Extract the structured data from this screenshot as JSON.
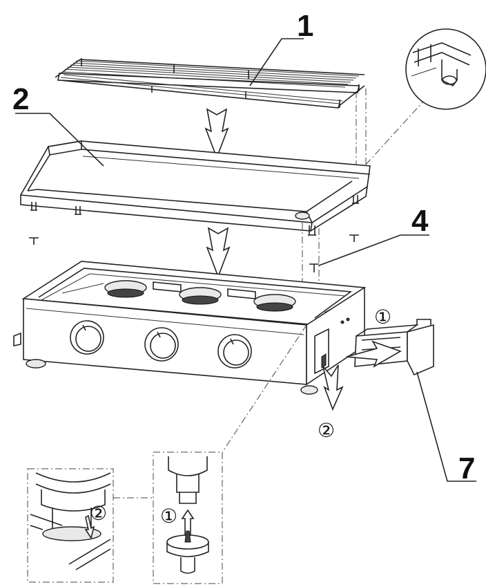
{
  "callouts": [
    {
      "id": "1"
    },
    {
      "id": "2"
    },
    {
      "id": "4"
    },
    {
      "id": "7"
    }
  ],
  "steps": {
    "tray_slide": "①",
    "tray_drop": "②",
    "detail_push": "①",
    "detail_turn": "②"
  }
}
